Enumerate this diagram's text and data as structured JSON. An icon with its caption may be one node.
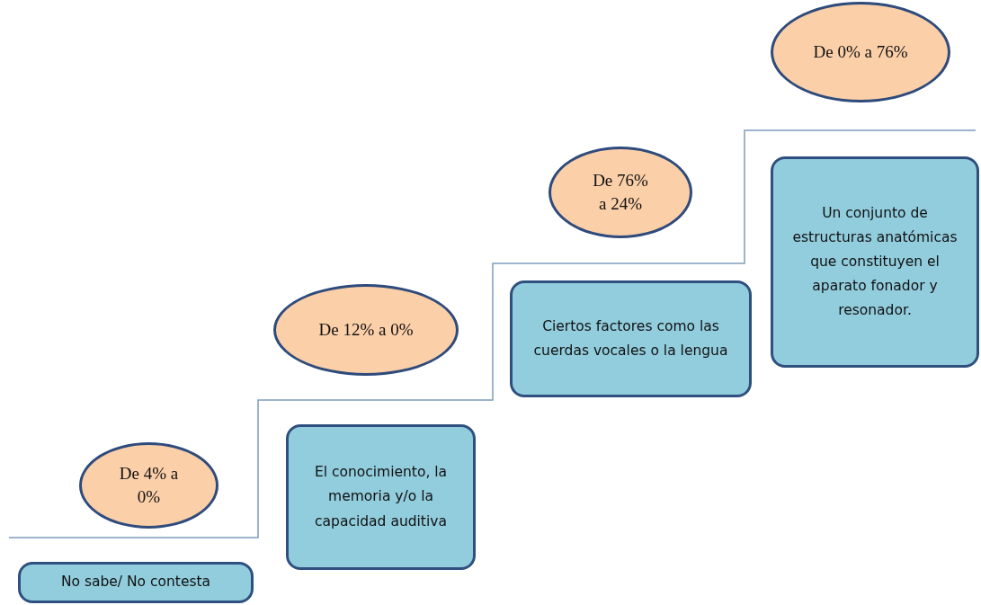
{
  "diagram": {
    "nodes": [
      {
        "text": [
          "De 4% a 0%"
        ]
      },
      {
        "text": [
          "No sabe/ No contesta"
        ]
      },
      {
        "text": [
          "De 12% a 0%"
        ]
      },
      {
        "text": [
          "El conocimiento, la memoria y/o la capacidad auditiva"
        ]
      },
      {
        "text": [
          "De 76% a 24%"
        ]
      },
      {
        "text": [
          "Ciertos factores como las cuerdas vocales o la lengua"
        ]
      },
      {
        "text": [
          "De 0% a 76%"
        ]
      },
      {
        "text": [
          "Un conjunto de estructuras anatómicas que constituyen el aparato fonador y resonador."
        ]
      }
    ]
  }
}
